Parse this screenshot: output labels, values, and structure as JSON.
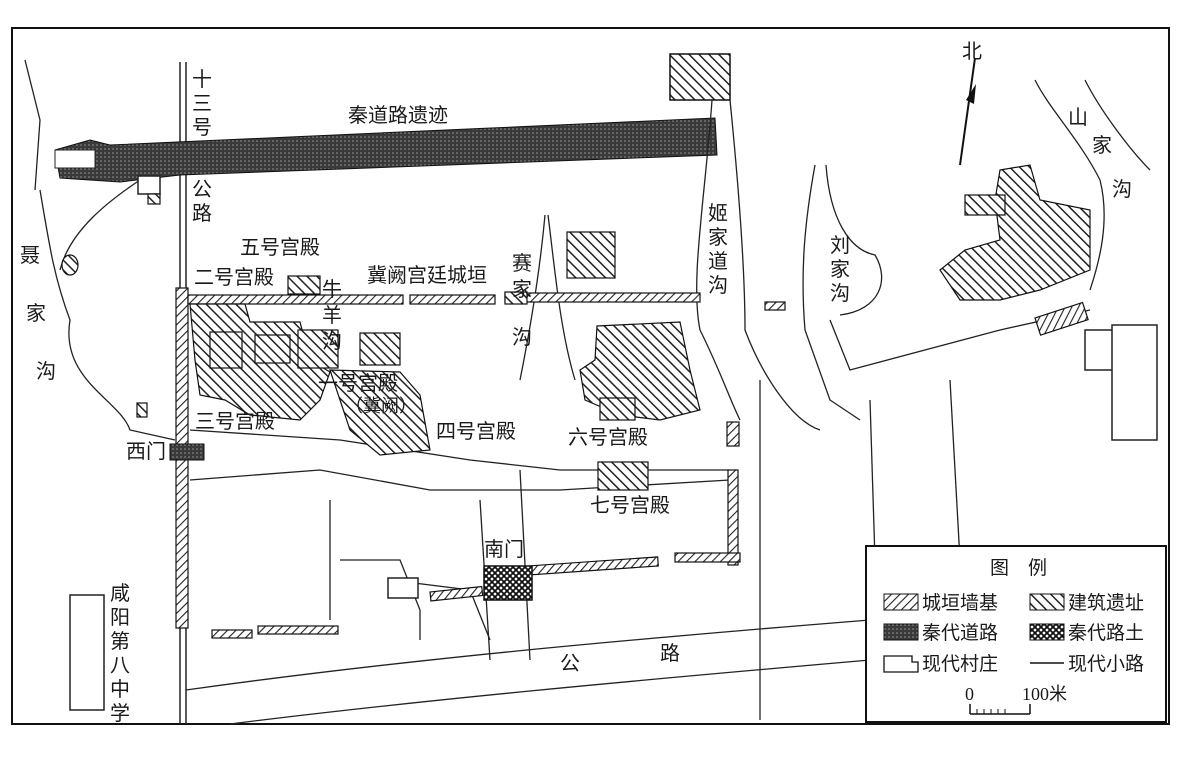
{
  "north": "北",
  "labels": {
    "road13_a": "十",
    "road13_b": "三",
    "road13_c": "号",
    "road13_d": "公",
    "road13_e": "路",
    "qin_road_ruins": "秦道路遗迹",
    "nie_a": "聂",
    "nie_b": "家",
    "nie_c": "沟",
    "palace5": "五号宫殿",
    "palace2": "二号宫殿",
    "niuyang_a": "牛",
    "niuyang_b": "羊",
    "niuyang_c": "沟",
    "jique_wall": "冀阙宫廷城垣",
    "sai_a": "赛",
    "sai_b": "家",
    "sai_c": "沟",
    "jijia_a": "姬",
    "jijia_b": "家",
    "jijia_c": "道",
    "jijia_d": "沟",
    "liu_a": "刘",
    "liu_b": "家",
    "liu_c": "沟",
    "shan_a": "山",
    "shan_b": "家",
    "shan_c": "沟",
    "palace1": "一号宫殿",
    "palace1_sub": "（冀阙）",
    "palace3": "三号宫殿",
    "palace4": "四号宫殿",
    "palace6": "六号宫殿",
    "palace7": "七号宫殿",
    "west_gate": "西门",
    "south_gate": "南门",
    "school_a": "咸",
    "school_b": "阳",
    "school_c": "第",
    "school_d": "八",
    "school_e": "中",
    "school_f": "学",
    "road_gong": "公",
    "road_lu": "路"
  },
  "legend": {
    "title": "图　例",
    "items": [
      {
        "key": "wall",
        "label": "城垣墙基"
      },
      {
        "key": "building",
        "label": "建筑遗址"
      },
      {
        "key": "qin_road",
        "label": "秦代道路"
      },
      {
        "key": "qin_soil",
        "label": "秦代路土"
      },
      {
        "key": "village",
        "label": "现代村庄"
      },
      {
        "key": "path",
        "label": "现代小路"
      }
    ],
    "scale_zero": "0",
    "scale_len": "100米"
  }
}
